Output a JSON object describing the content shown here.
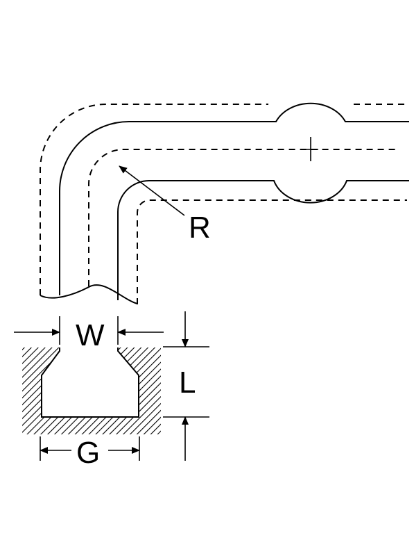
{
  "labels": {
    "radius": "R",
    "width": "W",
    "depth": "L",
    "groove": "G"
  }
}
